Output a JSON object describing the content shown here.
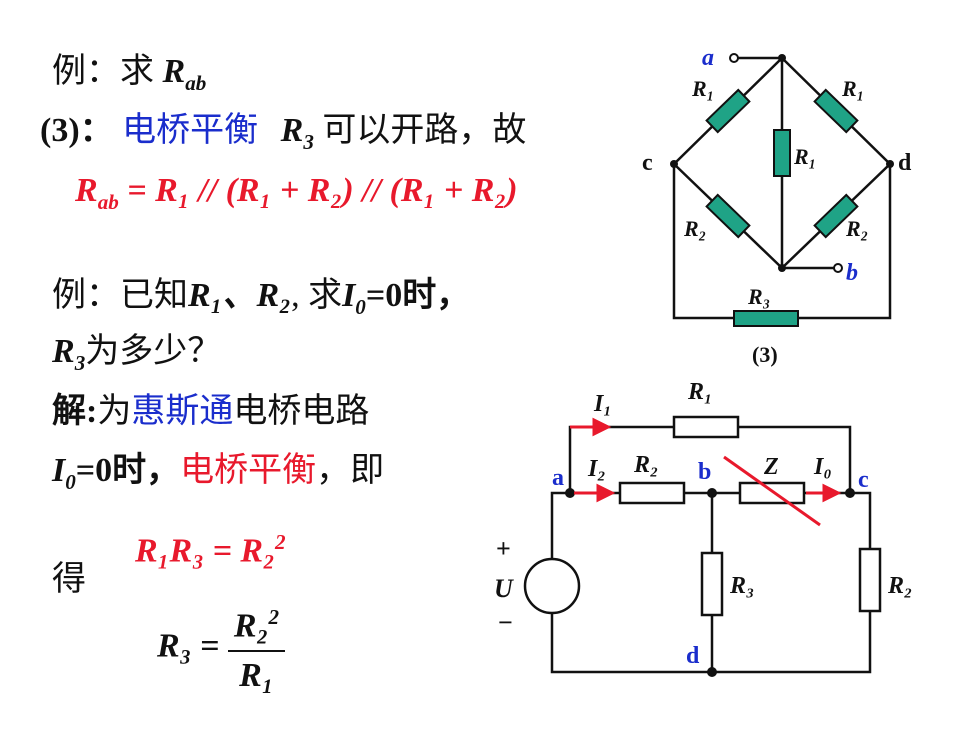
{
  "example1": {
    "prefix": "例：求",
    "target_sym": "R",
    "target_sub": "ab",
    "case_label": "(3)：",
    "bridge_phrase": "电桥平衡",
    "r3": "R",
    "r3_sub": "3",
    "conclusion": "可以开路，故",
    "formula": "R",
    "formula_sub": "ab",
    "formula_body": " = R₁ // (R₁ + R₂) // (R₁ + R₂)"
  },
  "example2": {
    "prefix": "例：已知",
    "given": "R₁、R₂",
    "ask_intro": ", 求",
    "i0_sym": "I",
    "i0_sub": "0",
    "ask_tail": "=0时，",
    "line2_sym": "R",
    "line2_sub": "3",
    "line2_tail": "为多少？",
    "solution_prefix": "解:",
    "solution_for": "为",
    "wheatstone": "惠斯通",
    "solution_tail": "电桥电路",
    "cond_sym": "I",
    "cond_sub": "0",
    "cond_tail": "=0时，",
    "cond_balance": "电桥平衡",
    "cond_end": "，即",
    "eq1_left": "R₁R₃ = R₂",
    "eq1_exp": "2",
    "de": "得",
    "eq2_left": "R₃ =",
    "eq2_num": "R₂",
    "eq2_num_exp": "2",
    "eq2_den": "R₁"
  },
  "diagram1": {
    "node_a": "a",
    "node_b": "b",
    "node_c": "c",
    "node_d": "d",
    "r_ac": "R₁",
    "r_ad": "R₁",
    "r_ab": "R₁",
    "r_cb": "R₂",
    "r_db": "R₂",
    "r_cd": "R₃",
    "caption": "(3)"
  },
  "diagram2": {
    "i1": "I₁",
    "r1": "R₁",
    "i2": "I₂",
    "r2_top": "R₂",
    "node_a": "a",
    "node_b": "b",
    "z": "Z",
    "i0": "I₀",
    "node_c": "c",
    "plus": "+",
    "u": "U",
    "minus": "−",
    "r3": "R₃",
    "r2_right": "R₂",
    "node_d": "d"
  },
  "colors": {
    "blue": "#1a2dcc",
    "red": "#e8192c",
    "resistor_fill": "#1fa386",
    "wire": "#111111"
  }
}
